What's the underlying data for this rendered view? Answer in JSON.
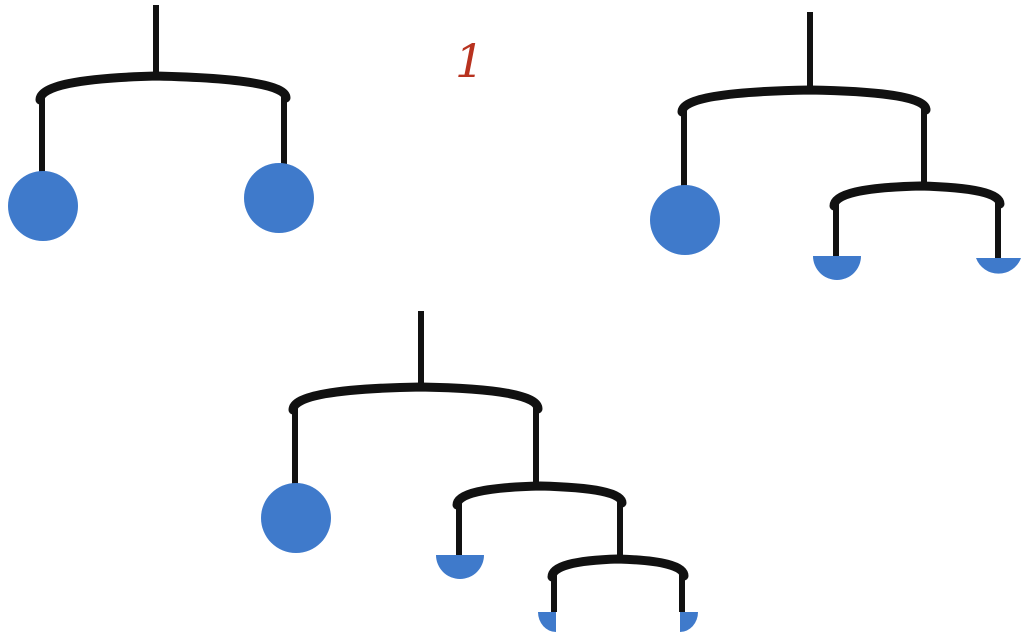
{
  "figure_label": "1",
  "colors": {
    "mass": "#3f7acb",
    "rod": "#111111",
    "label": "#b8321f",
    "background": "#ffffff"
  },
  "mobiles": [
    {
      "name": "mobile-1",
      "levels": 1,
      "masses": [
        "full",
        "full"
      ]
    },
    {
      "name": "mobile-2",
      "levels": 2,
      "masses": [
        "full",
        "half",
        "half"
      ]
    },
    {
      "name": "mobile-3",
      "levels": 3,
      "masses": [
        "full",
        "half",
        "quarter",
        "quarter"
      ]
    }
  ]
}
